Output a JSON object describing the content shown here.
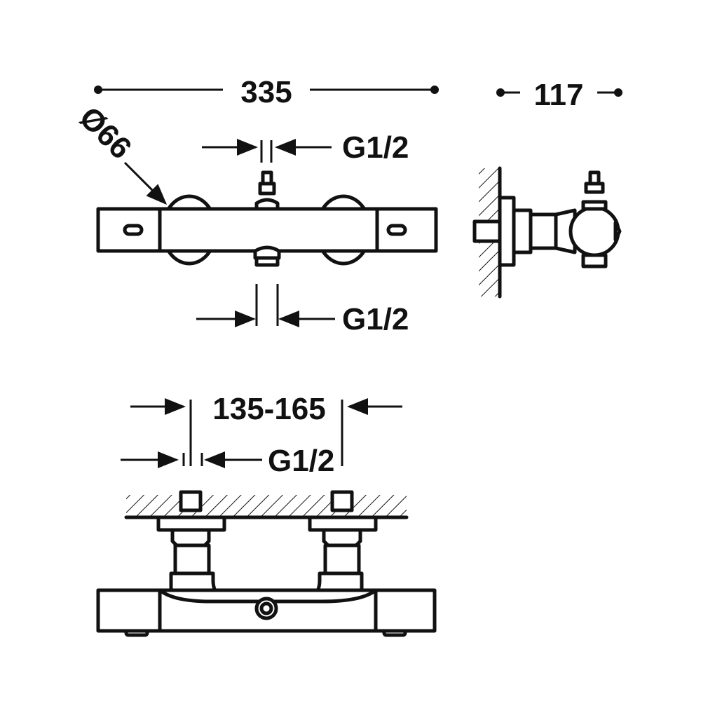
{
  "dimensions": {
    "overall_width": "335",
    "depth": "117",
    "diameter": "Ø66",
    "top_connection": "G1/2",
    "bottom_outlet": "G1/2",
    "inlet_spacing": "135-165",
    "inlet_connection": "G1/2"
  }
}
